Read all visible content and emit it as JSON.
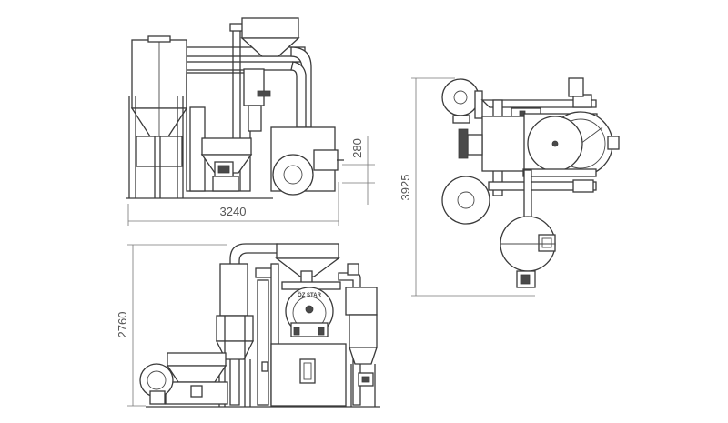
{
  "dimensions": {
    "top_width": "3240",
    "top_height": "280",
    "plan_length": "3925",
    "front_height": "2760"
  },
  "brand_label": "ÖZ STAR",
  "colors": {
    "line": "#3a3a3a",
    "dimension": "#777777",
    "text": "#555555",
    "background": "#ffffff"
  }
}
